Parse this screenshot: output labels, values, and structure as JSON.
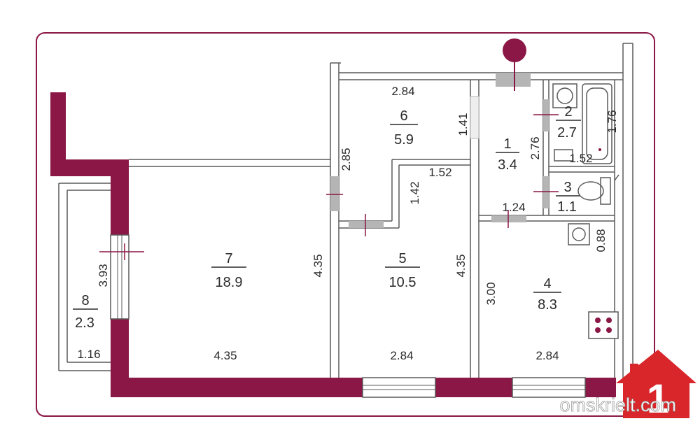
{
  "colors": {
    "wall": "#8a1745",
    "outline": "#8a1745",
    "thin": "#5a5a5a",
    "window": "#bfbfbf",
    "text": "#2a2a2a",
    "logo": "#d9262b"
  },
  "rooms": {
    "r1": {
      "num": "1",
      "area": "3.4"
    },
    "r2": {
      "num": "2",
      "area": "2.7"
    },
    "r3": {
      "num": "3",
      "area": "1.1"
    },
    "r4": {
      "num": "4",
      "area": "8.3"
    },
    "r5": {
      "num": "5",
      "area": "10.5"
    },
    "r6": {
      "num": "6",
      "area": "5.9"
    },
    "r7": {
      "num": "7",
      "area": "18.9"
    },
    "r8": {
      "num": "8",
      "area": "2.3"
    }
  },
  "dims": {
    "d_6_top": "2.84",
    "d_6_left": "2.85",
    "d_6_right": "1.41",
    "d_5_top": "1.52",
    "d_5_notch": "1.42",
    "d_1_side": "2.76",
    "d_2_side": "1.76",
    "d_2_bottom": "1.52",
    "d_3_bottom": "1.24",
    "d_4_side": "0.88",
    "d_4_left": "3.00",
    "d_7_right": "4.35",
    "d_5_right": "4.35",
    "d_7_bottom": "4.35",
    "d_5_bottom": "2.84",
    "d_4_bottom": "2.84",
    "d_8_side": "3.93",
    "d_8_bottom": "1.16"
  },
  "watermark": {
    "site": "omskrielt.com",
    "logo_digit": "1"
  }
}
